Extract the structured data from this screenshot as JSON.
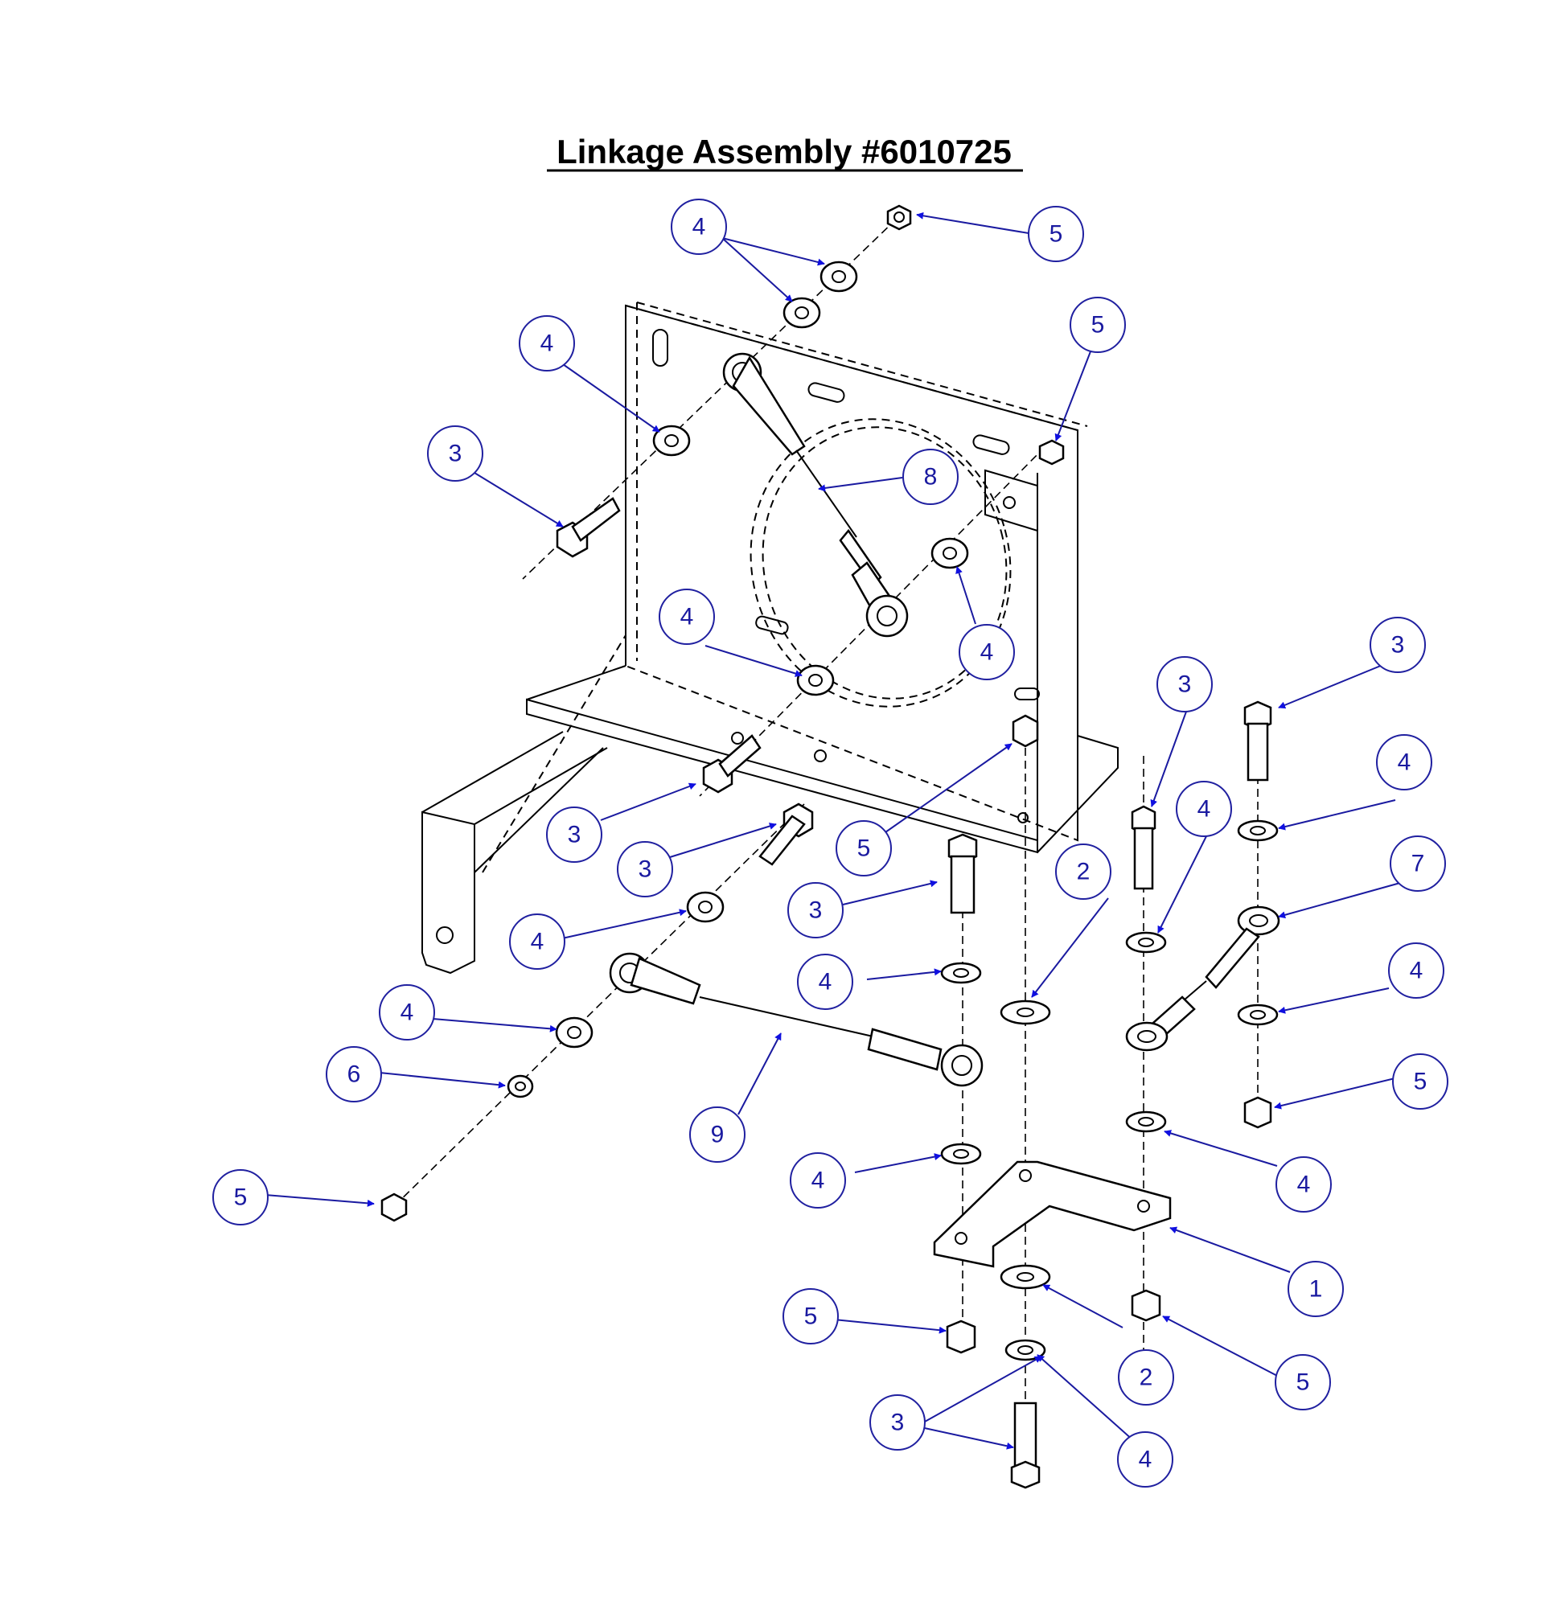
{
  "title": "Linkage Assembly #6010725",
  "colors": {
    "callout": "#1a1aa0",
    "arrow": "#1010e0",
    "line": "#000000"
  },
  "callouts": [
    {
      "id": "c01",
      "label": "4"
    },
    {
      "id": "c02",
      "label": "5"
    },
    {
      "id": "c03",
      "label": "5"
    },
    {
      "id": "c04",
      "label": "4"
    },
    {
      "id": "c05",
      "label": "3"
    },
    {
      "id": "c06",
      "label": "8"
    },
    {
      "id": "c07",
      "label": "4"
    },
    {
      "id": "c08",
      "label": "4"
    },
    {
      "id": "c09",
      "label": "3"
    },
    {
      "id": "c10",
      "label": "3"
    },
    {
      "id": "c11",
      "label": "3"
    },
    {
      "id": "c12",
      "label": "5"
    },
    {
      "id": "c13",
      "label": "3"
    },
    {
      "id": "c14",
      "label": "3"
    },
    {
      "id": "c15",
      "label": "4"
    },
    {
      "id": "c16",
      "label": "4"
    },
    {
      "id": "c17",
      "label": "2"
    },
    {
      "id": "c18",
      "label": "4"
    },
    {
      "id": "c19",
      "label": "7"
    },
    {
      "id": "c20",
      "label": "4"
    },
    {
      "id": "c21",
      "label": "4"
    },
    {
      "id": "c22",
      "label": "4"
    },
    {
      "id": "c23",
      "label": "6"
    },
    {
      "id": "c24",
      "label": "5"
    },
    {
      "id": "c25",
      "label": "9"
    },
    {
      "id": "c26",
      "label": "4"
    },
    {
      "id": "c27",
      "label": "5"
    },
    {
      "id": "c28",
      "label": "4"
    },
    {
      "id": "c29",
      "label": "1"
    },
    {
      "id": "c30",
      "label": "5"
    },
    {
      "id": "c31",
      "label": "2"
    },
    {
      "id": "c32",
      "label": "5"
    },
    {
      "id": "c33",
      "label": "3"
    },
    {
      "id": "c34",
      "label": "4"
    }
  ]
}
